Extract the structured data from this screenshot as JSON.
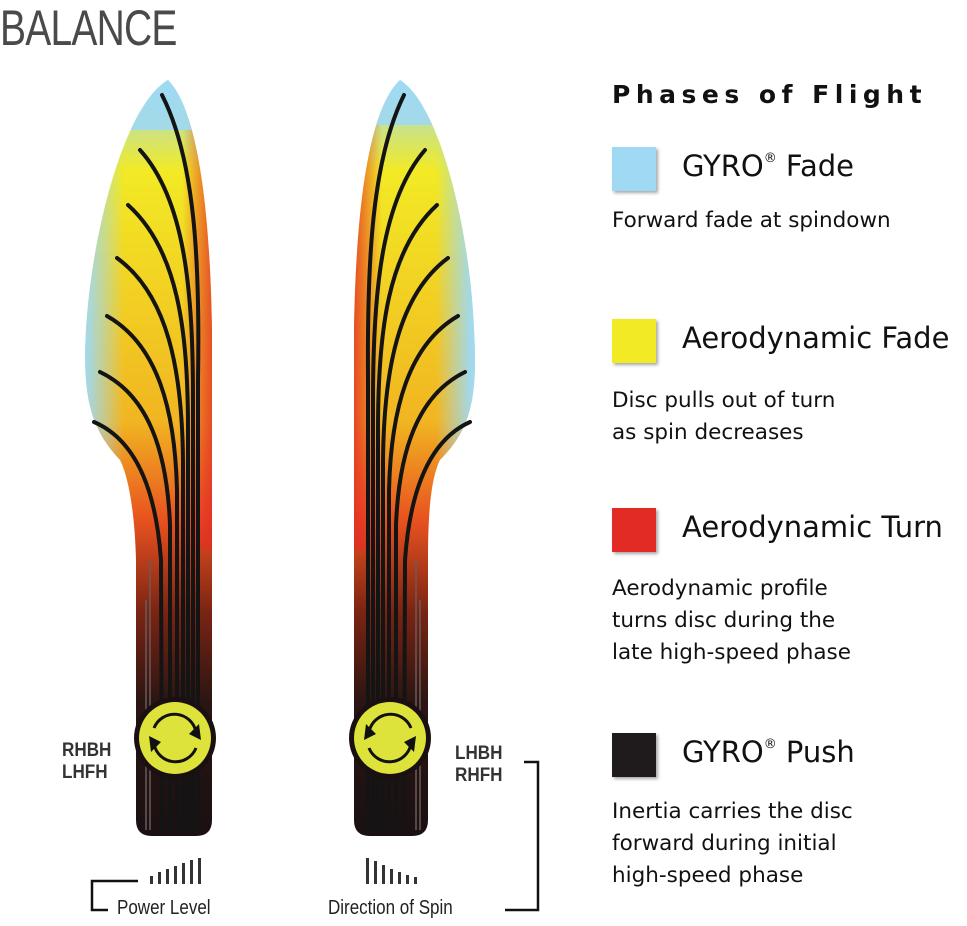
{
  "title": "BALANCE",
  "legend": {
    "heading": "Phases of Flight",
    "items": [
      {
        "name": "GYRO",
        "mark": "®",
        "suffix": " Fade",
        "color": "#9fd9f3",
        "desc": [
          "Forward fade at spindown"
        ]
      },
      {
        "name": "Aerodynamic Fade",
        "mark": "",
        "suffix": "",
        "color": "#f2ea24",
        "desc": [
          "Disc pulls out of turn",
          "as spin decreases"
        ]
      },
      {
        "name": "Aerodynamic Turn",
        "mark": "",
        "suffix": "",
        "color": "#e32b26",
        "desc": [
          "Aerodynamic profile",
          "turns disc during the",
          "late high-speed phase"
        ]
      },
      {
        "name": "GYRO",
        "mark": "®",
        "suffix": " Push",
        "color": "#1f1b1c",
        "desc": [
          "Inertia carries the disc",
          "forward during initial",
          "high-speed phase"
        ]
      }
    ]
  },
  "left_throws": [
    "RHBH",
    "LHFH"
  ],
  "right_throws": [
    "LHBH",
    "RHFH"
  ],
  "power_level_label": "Power Level",
  "direction_label": "Direction of Spin",
  "colors": {
    "gyro_fade": "#9fd9f3",
    "aero_fade": "#f2ea24",
    "aero_turn": "#e32b26",
    "gyro_push": "#1f1b1c",
    "spin_disc": "#dde33a"
  }
}
